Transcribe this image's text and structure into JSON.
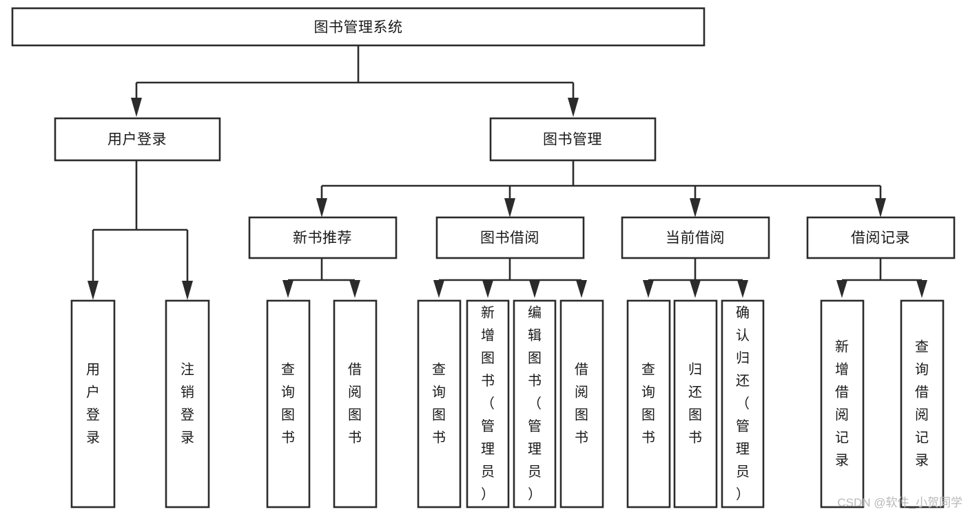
{
  "diagram": {
    "type": "tree-hierarchy",
    "title": "图书管理系统",
    "watermark": "CSDN @软件_小贺同学",
    "colors": {
      "stroke": "#2b2b2b",
      "fill": "#ffffff",
      "text": "#1a1a1a",
      "watermark": "#b9b9b9"
    },
    "levels": {
      "level1": [
        {
          "id": "root",
          "label": "图书管理系统",
          "orientation": "horizontal"
        }
      ],
      "level2": [
        {
          "id": "user-login",
          "label": "用户登录",
          "orientation": "horizontal"
        },
        {
          "id": "book-manage",
          "label": "图书管理",
          "orientation": "horizontal"
        }
      ],
      "level3": [
        {
          "id": "new-book-rec",
          "label": "新书推荐",
          "orientation": "horizontal",
          "parent": "book-manage"
        },
        {
          "id": "book-borrow",
          "label": "图书借阅",
          "orientation": "horizontal",
          "parent": "book-manage"
        },
        {
          "id": "current-borrow",
          "label": "当前借阅",
          "orientation": "horizontal",
          "parent": "book-manage"
        },
        {
          "id": "borrow-record",
          "label": "借阅记录",
          "orientation": "horizontal",
          "parent": "book-manage"
        }
      ],
      "level4": [
        {
          "id": "leaf-user-login",
          "label": "用户登录",
          "orientation": "vertical",
          "parent": "user-login"
        },
        {
          "id": "leaf-logout",
          "label": "注销登录",
          "orientation": "vertical",
          "parent": "user-login"
        },
        {
          "id": "leaf-query-book-1",
          "label": "查询图书",
          "orientation": "vertical",
          "parent": "new-book-rec"
        },
        {
          "id": "leaf-borrow-book-1",
          "label": "借阅图书",
          "orientation": "vertical",
          "parent": "new-book-rec"
        },
        {
          "id": "leaf-query-book-2",
          "label": "查询图书",
          "orientation": "vertical",
          "parent": "book-borrow"
        },
        {
          "id": "leaf-add-book",
          "label": "新增图书（管理员）",
          "orientation": "vertical",
          "parent": "book-borrow"
        },
        {
          "id": "leaf-edit-book",
          "label": "编辑图书（管理员）",
          "orientation": "vertical",
          "parent": "book-borrow"
        },
        {
          "id": "leaf-borrow-book-2",
          "label": "借阅图书",
          "orientation": "vertical",
          "parent": "book-borrow"
        },
        {
          "id": "leaf-query-book-3",
          "label": "查询图书",
          "orientation": "vertical",
          "parent": "current-borrow"
        },
        {
          "id": "leaf-return-book",
          "label": "归还图书",
          "orientation": "vertical",
          "parent": "current-borrow"
        },
        {
          "id": "leaf-confirm-return",
          "label": "确认归还（管理员）",
          "orientation": "vertical",
          "parent": "current-borrow"
        },
        {
          "id": "leaf-add-record",
          "label": "新增借阅记录",
          "orientation": "vertical",
          "parent": "borrow-record"
        },
        {
          "id": "leaf-query-record",
          "label": "查询借阅记录",
          "orientation": "vertical",
          "parent": "borrow-record"
        }
      ]
    }
  }
}
